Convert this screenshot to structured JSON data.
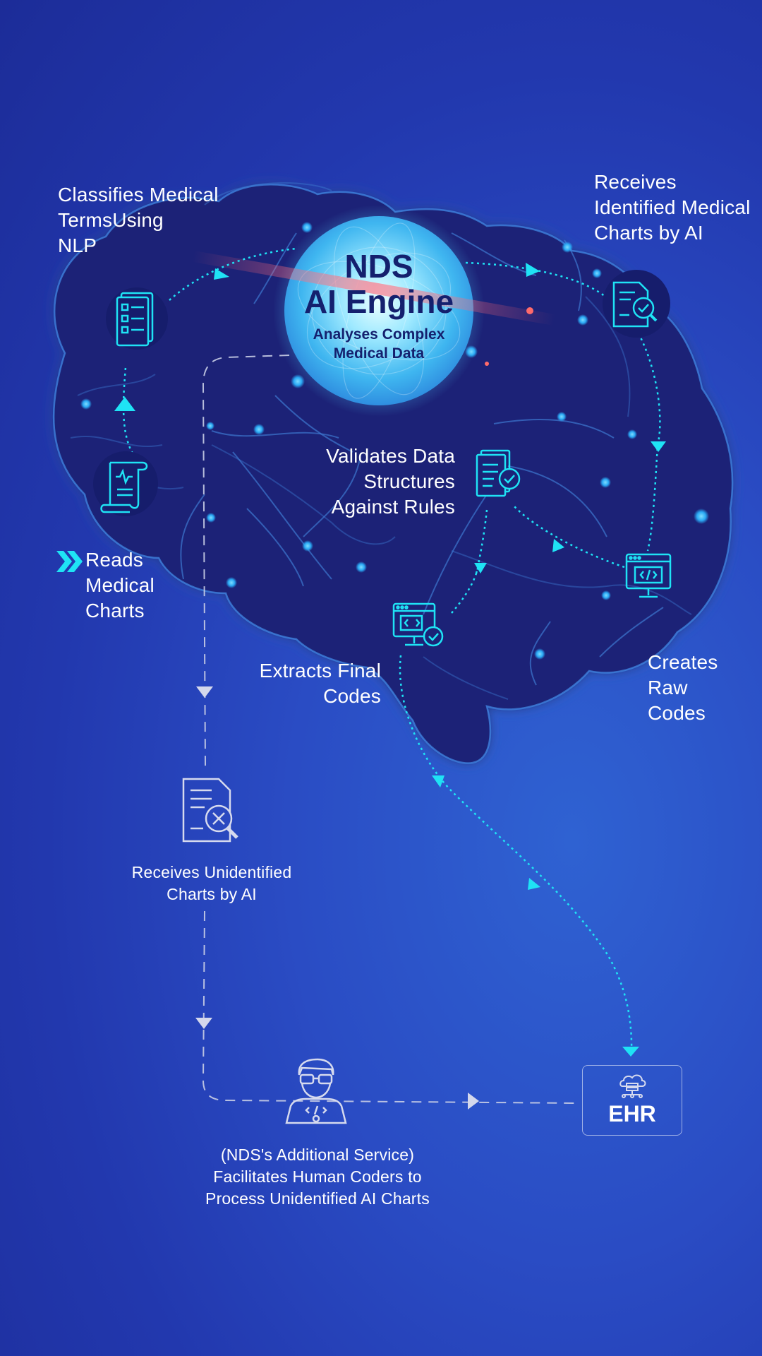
{
  "core": {
    "title_line1": "NDS",
    "title_line2": "AI Engine",
    "subtitle": "Analyses Complex\nMedical Data"
  },
  "steps": {
    "classifies": "Classifies Medical\nTermsUsing\nNLP",
    "receives_identified": "Receives\nIdentified Medical\nCharts by AI",
    "validates": "Validates Data\nStructures\nAgainst Rules",
    "reads": "Reads\nMedical\nCharts",
    "extracts": "Extracts Final\nCodes",
    "creates": "Creates\nRaw\nCodes",
    "receives_unidentified": "Receives Unidentified\nCharts by AI",
    "human_coders": "(NDS's Additional Service)\nFacilitates Human Coders to\nProcess Unidentified AI Charts"
  },
  "ehr": {
    "label": "EHR"
  },
  "colors": {
    "accent_cyan": "#1fe3f5",
    "brain_fill": "#1a2276",
    "dashed_gray": "#c9cee6",
    "core_glow": "#6fd8ff"
  },
  "icons": {
    "classifies": "checklist-document-icon",
    "receives_identified": "document-search-check-icon",
    "validates": "document-check-icon",
    "reads": "medical-chart-scroll-icon",
    "extracts": "monitor-code-check-icon",
    "creates": "monitor-code-icon",
    "receives_unidentified": "document-search-x-icon",
    "human_coders": "coder-at-laptop-icon",
    "ehr": "cloud-server-icon",
    "reads_marker": "double-chevron-right-icon"
  }
}
